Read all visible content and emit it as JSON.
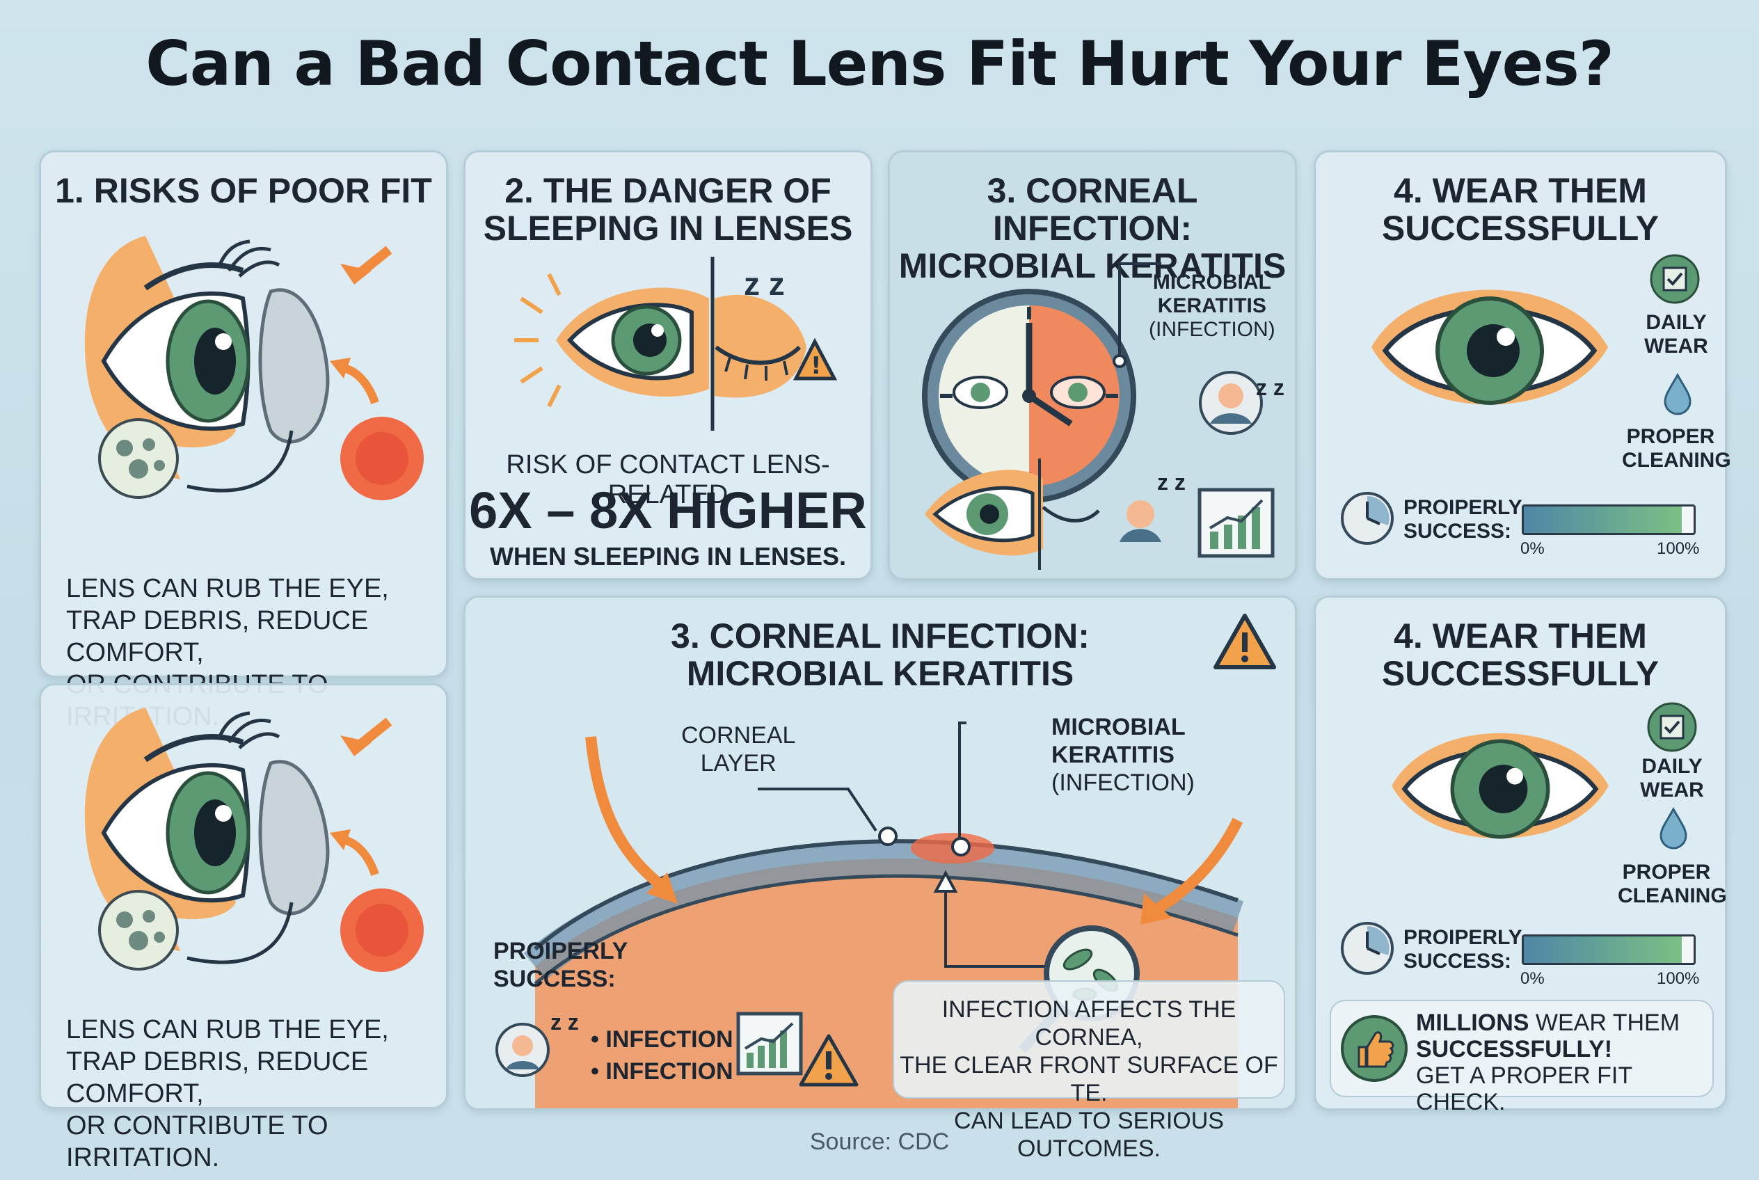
{
  "title": "Can a Bad Contact Lens Fit Hurt Your Eyes?",
  "source": "Source: CDC",
  "panel1": {
    "title": "1. RISKS OF POOR FIT",
    "caption": [
      "LENS CAN RUB THE EYE,",
      "TRAP DEBRIS, REDUCE COMFORT,",
      "OR CONTRIBUTE TO IRRITATION."
    ]
  },
  "panel1b": {
    "caption": [
      "LENS CAN RUB THE EYE,",
      "TRAP DEBRIS, REDUCE COMFORT,",
      "OR CONTRIBUTE TO IRRITATION."
    ]
  },
  "panel2": {
    "title": [
      "2. THE DANGER OF",
      "SLEEPING IN LENSES"
    ],
    "risk_line": "RISK OF CONTACT LENS-RELATED",
    "stat": "6X – 8X HIGHER",
    "stat_sub": "WHEN SLEEPING IN LENSES.",
    "zz": "z z"
  },
  "panel3": {
    "title": [
      "3. CORNEAL INFECTION:",
      "MICROBIAL KERATITIS"
    ],
    "label_bold": [
      "MICROBIAL",
      "KERATITIS"
    ],
    "label_paren": "(INFECTION)",
    "zz": "z z"
  },
  "panel4": {
    "title": [
      "4. WEAR THEM",
      "SUCCESSFULLY"
    ],
    "daily": [
      "DAILY",
      "WEAR"
    ],
    "cleaning": [
      "PROPER",
      "CLEANING"
    ],
    "success_label": [
      "PROIPERLY",
      "SUCCESS:"
    ],
    "bar_min": "0%",
    "bar_max": "100%",
    "success_fraction": 0.93
  },
  "panel5": {
    "title": [
      "3. CORNEAL INFECTION:",
      "MICROBIAL KERATITIS"
    ],
    "corneal_layer": [
      "CORNEAL",
      "LAYER"
    ],
    "mk_bold": [
      "MICROBIAL",
      "KERATITIS"
    ],
    "mk_paren": "(INFECTION)",
    "success_label": [
      "PROIPERLY",
      "SUCCESS:"
    ],
    "bullets": [
      "• INFECTION",
      "• INFECTION"
    ],
    "caption": [
      "INFECTION AFFECTS THE CORNEA,",
      "THE CLEAR FRONT SURFACE OF TE.",
      "CAN LEAD TO SERIOUS OUTCOMES."
    ],
    "zz": "z z"
  },
  "panel6": {
    "title": [
      "4. WEAR THEM",
      "SUCCESSFULLY"
    ],
    "daily": [
      "DAILY",
      "WEAR"
    ],
    "cleaning": [
      "PROPER",
      "CLEANING"
    ],
    "success_label": [
      "PROIPERLY",
      "SUCCESS:"
    ],
    "bar_min": "0%",
    "bar_max": "100%",
    "success_fraction": 0.93,
    "millions_bold": "MILLIONS",
    "millions_rest": " WEAR THEM",
    "successfully": "SUCCESSFULLY!",
    "fit_check": "GET A PROPER FIT CHECK."
  },
  "colors": {
    "orange": "#f2a35a",
    "iris": "#4f8f6a",
    "blue": "#2f5f7a",
    "panel": "#dfecf2",
    "warning": "#f0a050"
  }
}
